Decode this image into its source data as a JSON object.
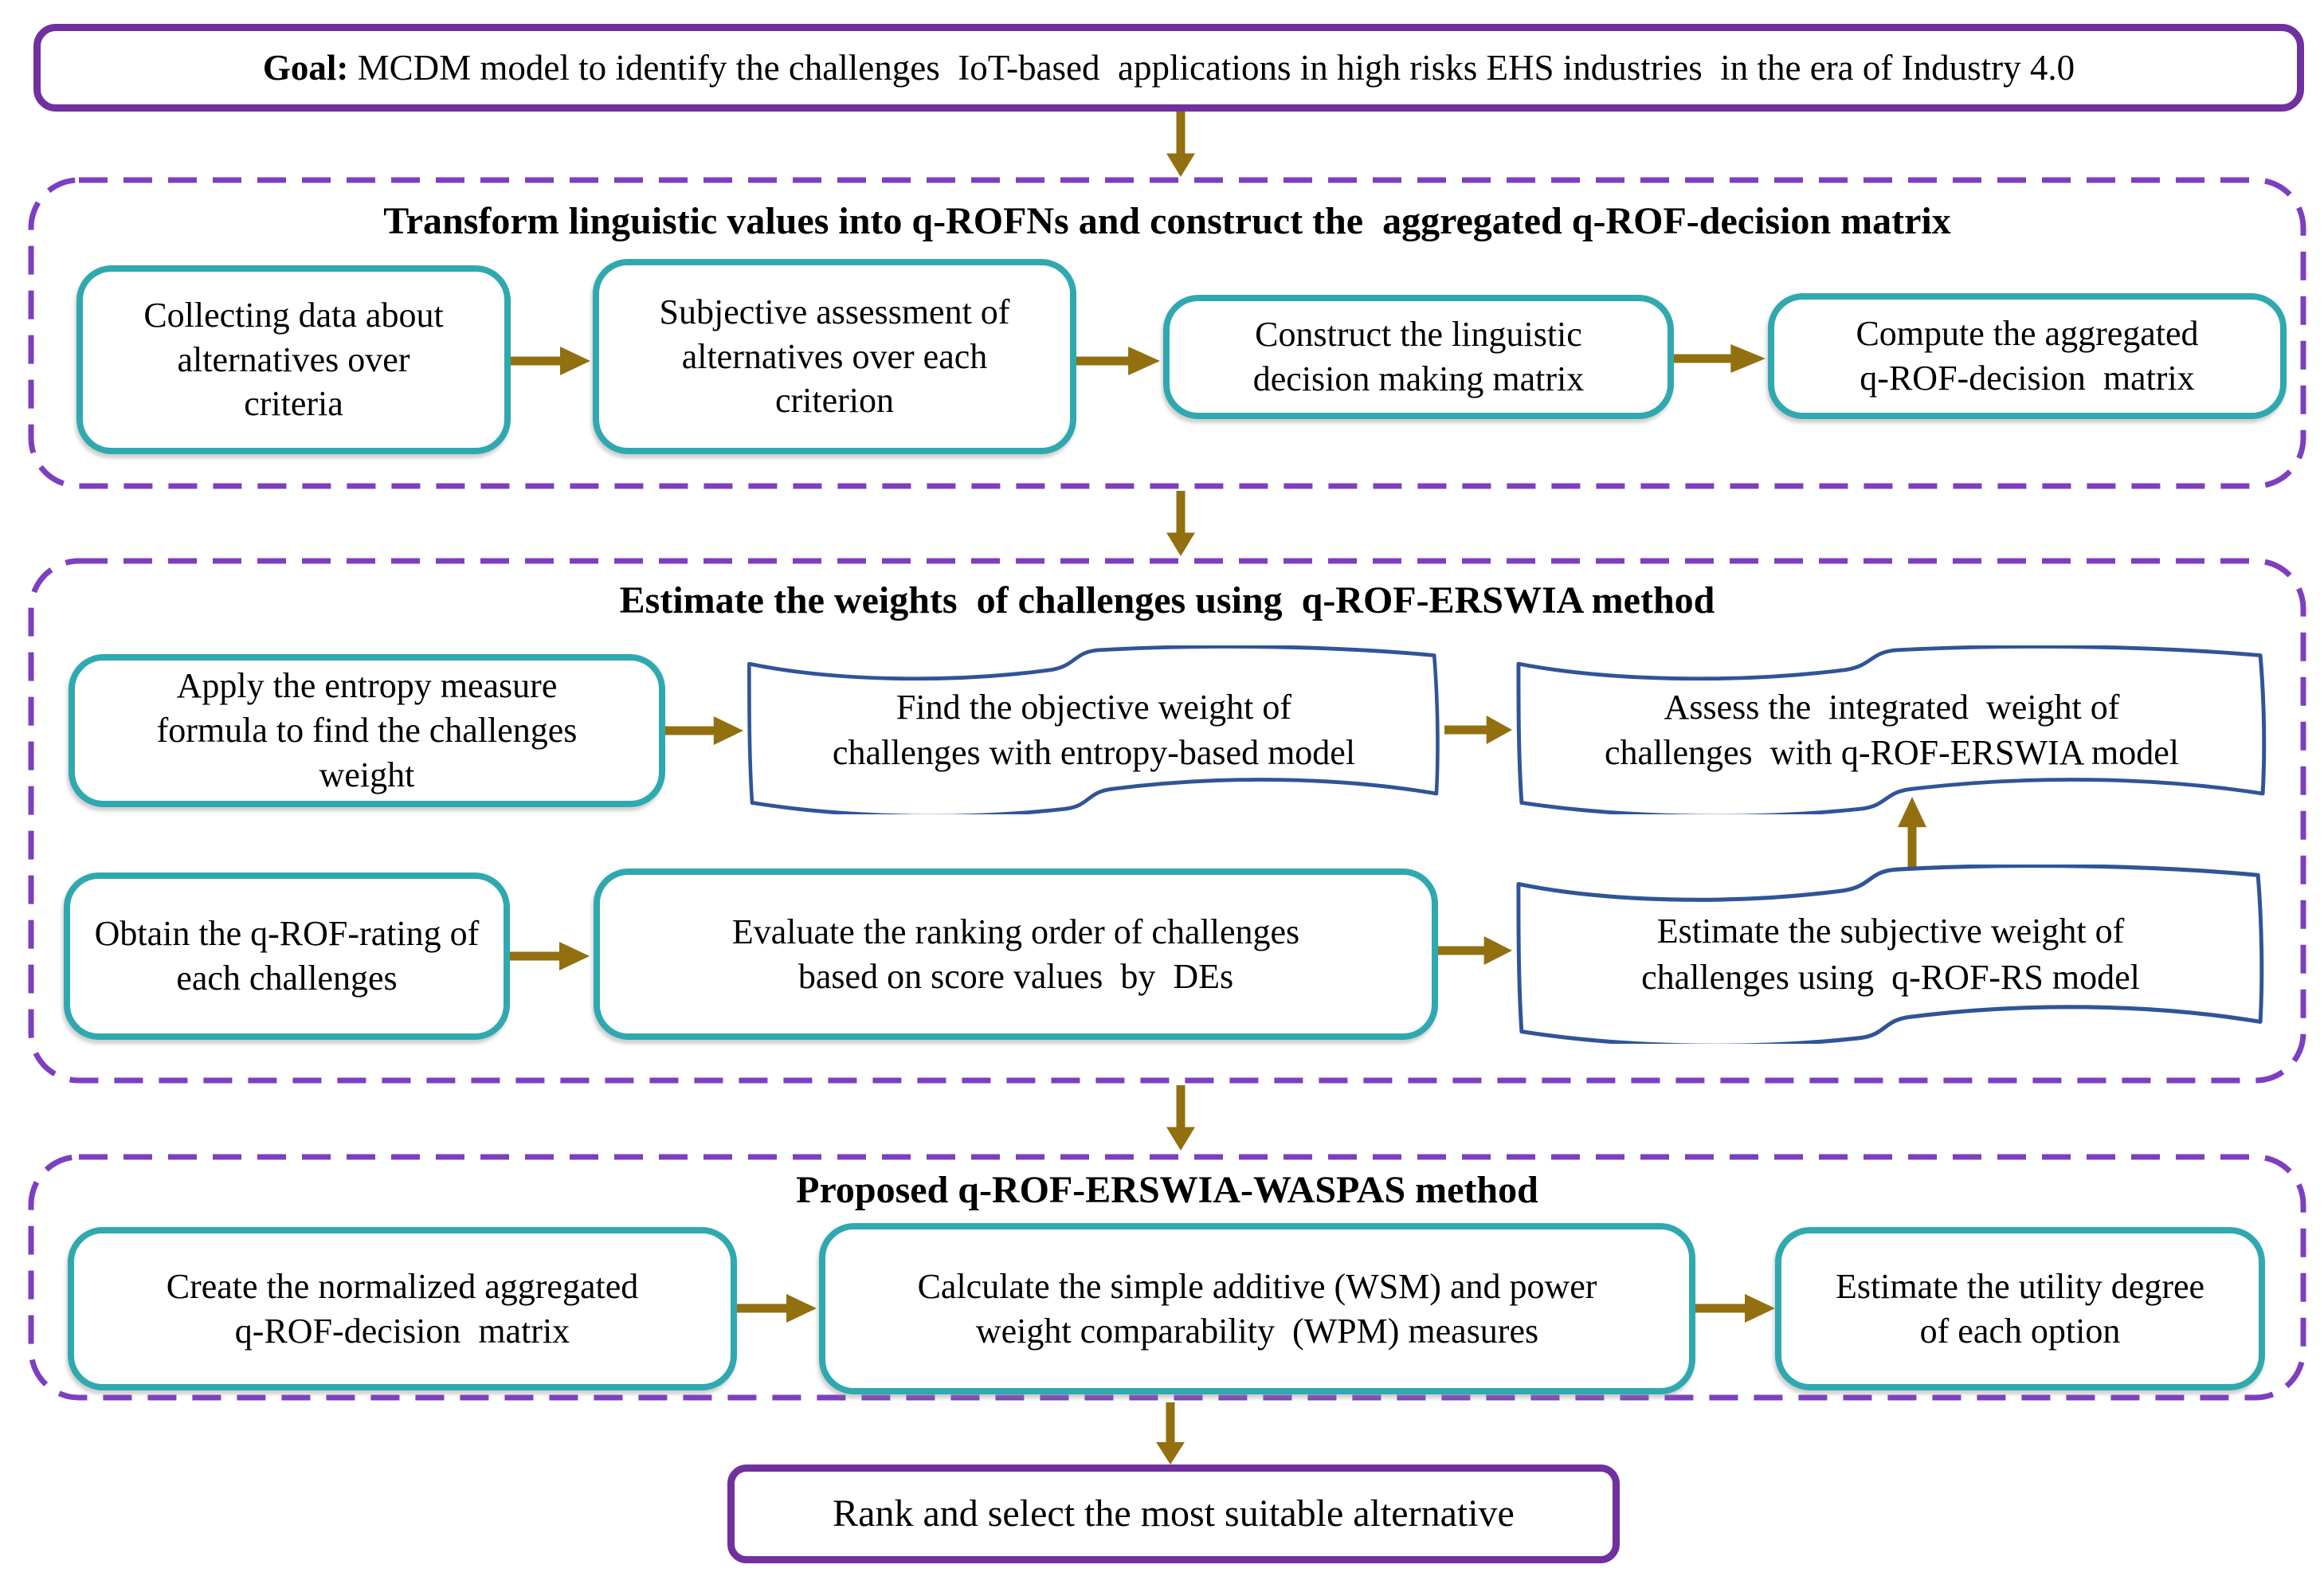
{
  "colors": {
    "purple_solid": "#7030A0",
    "purple_dashed": "#7D3FC0",
    "teal_border": "#2FA9AF",
    "wave_border": "#2F5597",
    "arrow_gold": "#927010"
  },
  "goal": {
    "prefix": "Goal:",
    "text": " MCDM model to identify the challenges  IoT-based  applications in high risks EHS industries  in the era of Industry 4.0"
  },
  "section1": {
    "title": "Transform linguistic values into q-ROFNs and construct the  aggregated q-ROF-decision matrix",
    "box_collect": "Collecting data about\nalternatives over\ncriteria",
    "box_subjective": "Subjective assessment of\nalternatives over each\ncriterion",
    "box_linguistic": "Construct the linguistic\ndecision making matrix",
    "box_aggregated": "Compute the aggregated\nq-ROF-decision  matrix"
  },
  "section2": {
    "title": "Estimate the weights  of challenges using  q-ROF-ERSWIA method",
    "box_entropy": "Apply the entropy measure\nformula to find the challenges\nweight",
    "wave_objective": "Find the objective weight of\nchallenges with entropy-based model",
    "wave_integrated": "Assess the  integrated  weight of\nchallenges  with q-ROF-ERSWIA model",
    "box_rating": "Obtain the q-ROF-rating of\neach challenges",
    "box_ranking": "Evaluate the ranking order of challenges\nbased on score values  by  DEs",
    "wave_subjective": "Estimate the subjective weight of\nchallenges using  q-ROF-RS model"
  },
  "section3": {
    "title": "Proposed q-ROF-ERSWIA-WASPAS method",
    "box_normalized": "Create the normalized aggregated\nq-ROF-decision  matrix",
    "box_wsm_wpm": "Calculate the simple additive (WSM) and power\nweight comparability  (WPM) measures",
    "box_utility": "Estimate the utility degree\nof each option"
  },
  "final_box": {
    "text": "Rank and select the most suitable alternative"
  }
}
